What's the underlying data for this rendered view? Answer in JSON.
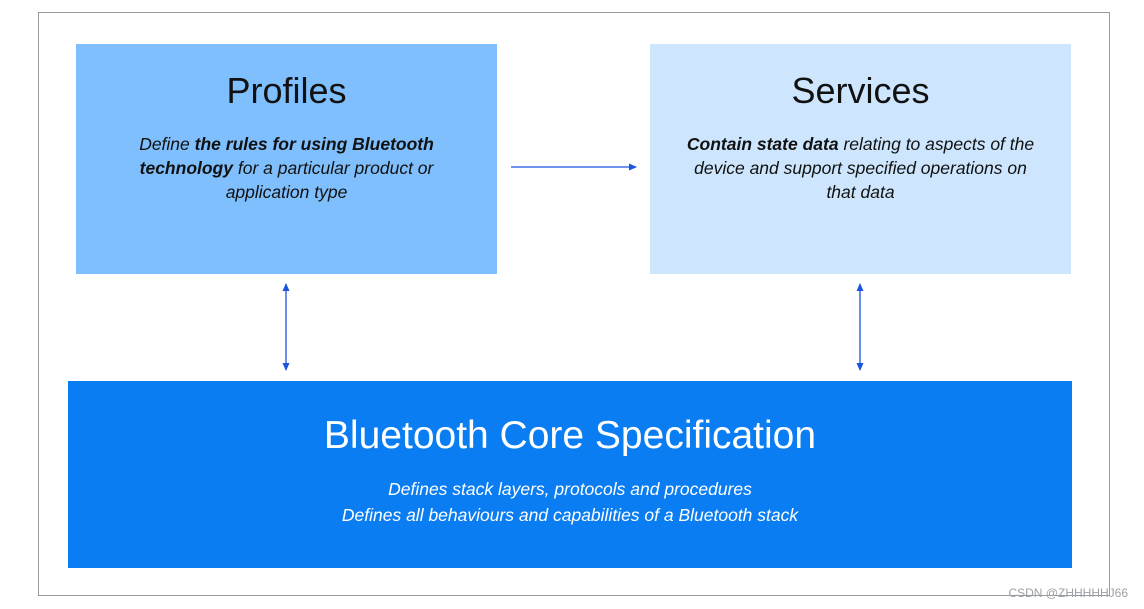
{
  "profiles": {
    "title": "Profiles",
    "desc_pre": "Define ",
    "desc_bold": "the rules for using Bluetooth technology",
    "desc_post": " for a particular product or application type"
  },
  "services": {
    "title": "Services",
    "desc_bold": "Contain state data",
    "desc_post": " relating to aspects of the device and support specified operations on that data"
  },
  "core": {
    "title": "Bluetooth Core Specification",
    "lines": [
      "Defines stack layers, protocols and procedures",
      "Defines all behaviours and capabilities of a Bluetooth stack"
    ]
  },
  "watermark": "CSDN @ZHHHHHJ66",
  "colors": {
    "profiles_fill": "#7fbffd",
    "services_fill": "#cde6fd",
    "core_fill": "#0a7df2",
    "arrow": "#1a55e0"
  }
}
